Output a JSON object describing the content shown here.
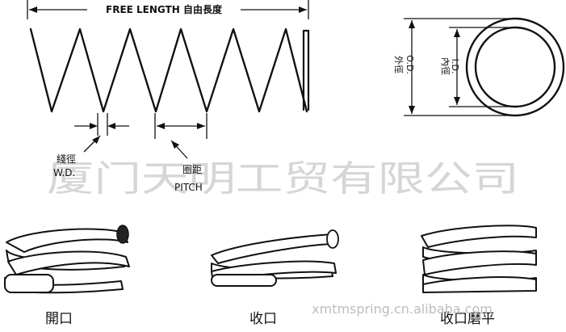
{
  "labels": {
    "free_length": "FREE LENGTH 自由長度",
    "wire_dia_cn": "綫徑",
    "wire_dia_en": "W.D.",
    "pitch_cn": "圈距",
    "pitch_en": "PITCH",
    "outer_dia_cn": "外徑",
    "outer_dia_en": "O.D.",
    "inner_dia_cn": "內徑",
    "inner_dia_en": "I.D.",
    "end_open": "開口",
    "end_closed": "收口",
    "end_closed_ground": "收口磨平"
  },
  "watermarks": {
    "company": "厦门天明工贸有限公司",
    "site": "xmtmspring.cn.alibaba.com"
  },
  "colors": {
    "ink": "#111111",
    "watermark": "#d6d6d6",
    "background": "#ffffff"
  }
}
